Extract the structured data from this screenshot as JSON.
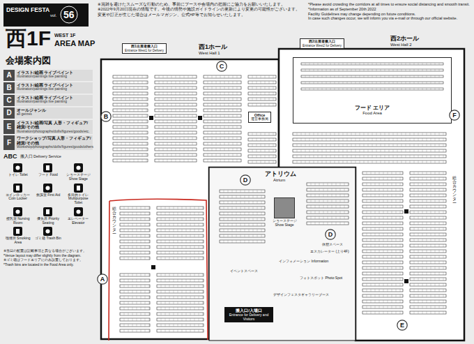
{
  "diagram": {
    "title": "西1F",
    "nodes": [
      {
        "text": [
          "A",
          "イラスト/絵画 ライブペイント",
          "Illustration/paintings live painting"
        ]
      },
      {
        "text": [
          "B",
          "イラスト/絵画 ライブペイント",
          "Illustration/paintings live painting"
        ]
      },
      {
        "text": [
          "C",
          "イラスト/絵画 ライブペイント",
          "Illustration/paintings live painting"
        ]
      },
      {
        "text": [
          "D",
          "オールジャンル",
          "all genres"
        ]
      },
      {
        "text": [
          "E",
          "イラスト/絵画/写真 人形・フィギュア/雑貨/その他",
          "Illustration/photographs/dolls/figures/goods/etc."
        ]
      },
      {
        "text": [
          "F",
          "ワークショップ/写真 人形・フィギュア/雑貨/その他",
          "Workshop/photographs/dolls/figures/goods/others"
        ]
      },
      {
        "text": [
          "西1出展者搬入口",
          "Entrance West1 for Delivery"
        ]
      },
      {
        "text": [
          "西2出展者搬入口",
          "Entrance West2 for Delivery"
        ]
      },
      {
        "text": [
          "C"
        ]
      },
      {
        "text": [
          "B"
        ]
      },
      {
        "text": [
          "フード エリア",
          "Food Area"
        ]
      },
      {
        "text": [
          "F"
        ]
      },
      {
        "text": [
          "Office",
          "運営事務局"
        ]
      },
      {
        "text": [
          "D"
        ]
      },
      {
        "text": [
          "ショーステージ",
          "Show Stage"
        ]
      },
      {
        "text": [
          "D"
        ]
      },
      {
        "text": [
          "A"
        ]
      },
      {
        "text": [
          "搬入口/入場口",
          "Entrance for Delivery and Visitors"
        ]
      },
      {
        "text": [
          "E"
        ]
      }
    ],
    "labels": [
      "DESIGN FESTA",
      "vol.",
      "56",
      "WEST 1F",
      "AREA MAP",
      "会場案内図",
      "※混雑を避けたスムーズな行動のため、事前にブースや会場内の把握にご協力をお願いいたします。",
      "※2022年9月20日現在の情報です。今後の情勢や施設ガイドラインの更新により変更の可能性がございます。",
      "変更や訂正が生じた場合はメールマガジン、公式HP等でお知らせいたします。",
      "*Please avoid crowding the corridors at all times to ensure social distancing and smooth transit.",
      "*Information as of September 20th 2022",
      "Facility Guidelines may change depending on future conditions.",
      "In case such changes occur, we will inform you via e-mail or through our official website.",
      "西1ホール",
      "West Hall 1",
      "西2ホール",
      "West Hall 2",
      "アトリウム",
      "Atrium",
      "総合カウンター",
      "総合カウンター",
      "休憩スペース",
      "エスカレーター (上り4F)",
      "インフォメーション Information",
      "イベントスペース",
      "フォトスポット Photo Spot",
      "デザインフェスタギャラリーブース",
      "ABC",
      "搬入口 Delivery Service",
      "※当日の配置は記載事項と異なる場合がございます。",
      "*Venue layout may differ slightly from the diagram.",
      "※ゴミ箱はフードエリアにのみ設置しております。",
      "*Trash bins are located in the Food Area only."
    ],
    "legend": [
      {
        "text": "トイレ Toilet"
      },
      {
        "text": "フード Food"
      },
      {
        "text": "ショーステージ Show Stage"
      },
      {
        "text": "コインロッカー Coin Locker"
      },
      {
        "text": "救護室 First Aid"
      },
      {
        "text": "多目的トイレ Multipurpose Toilet"
      },
      {
        "text": "授乳室 Nursing Room"
      },
      {
        "text": "優先席 Priority Seating"
      },
      {
        "text": "エレベーター Elevator"
      },
      {
        "text": "喫煙所 Smoking Area"
      },
      {
        "text": "ゴミ箱 Trash Bin"
      }
    ]
  }
}
